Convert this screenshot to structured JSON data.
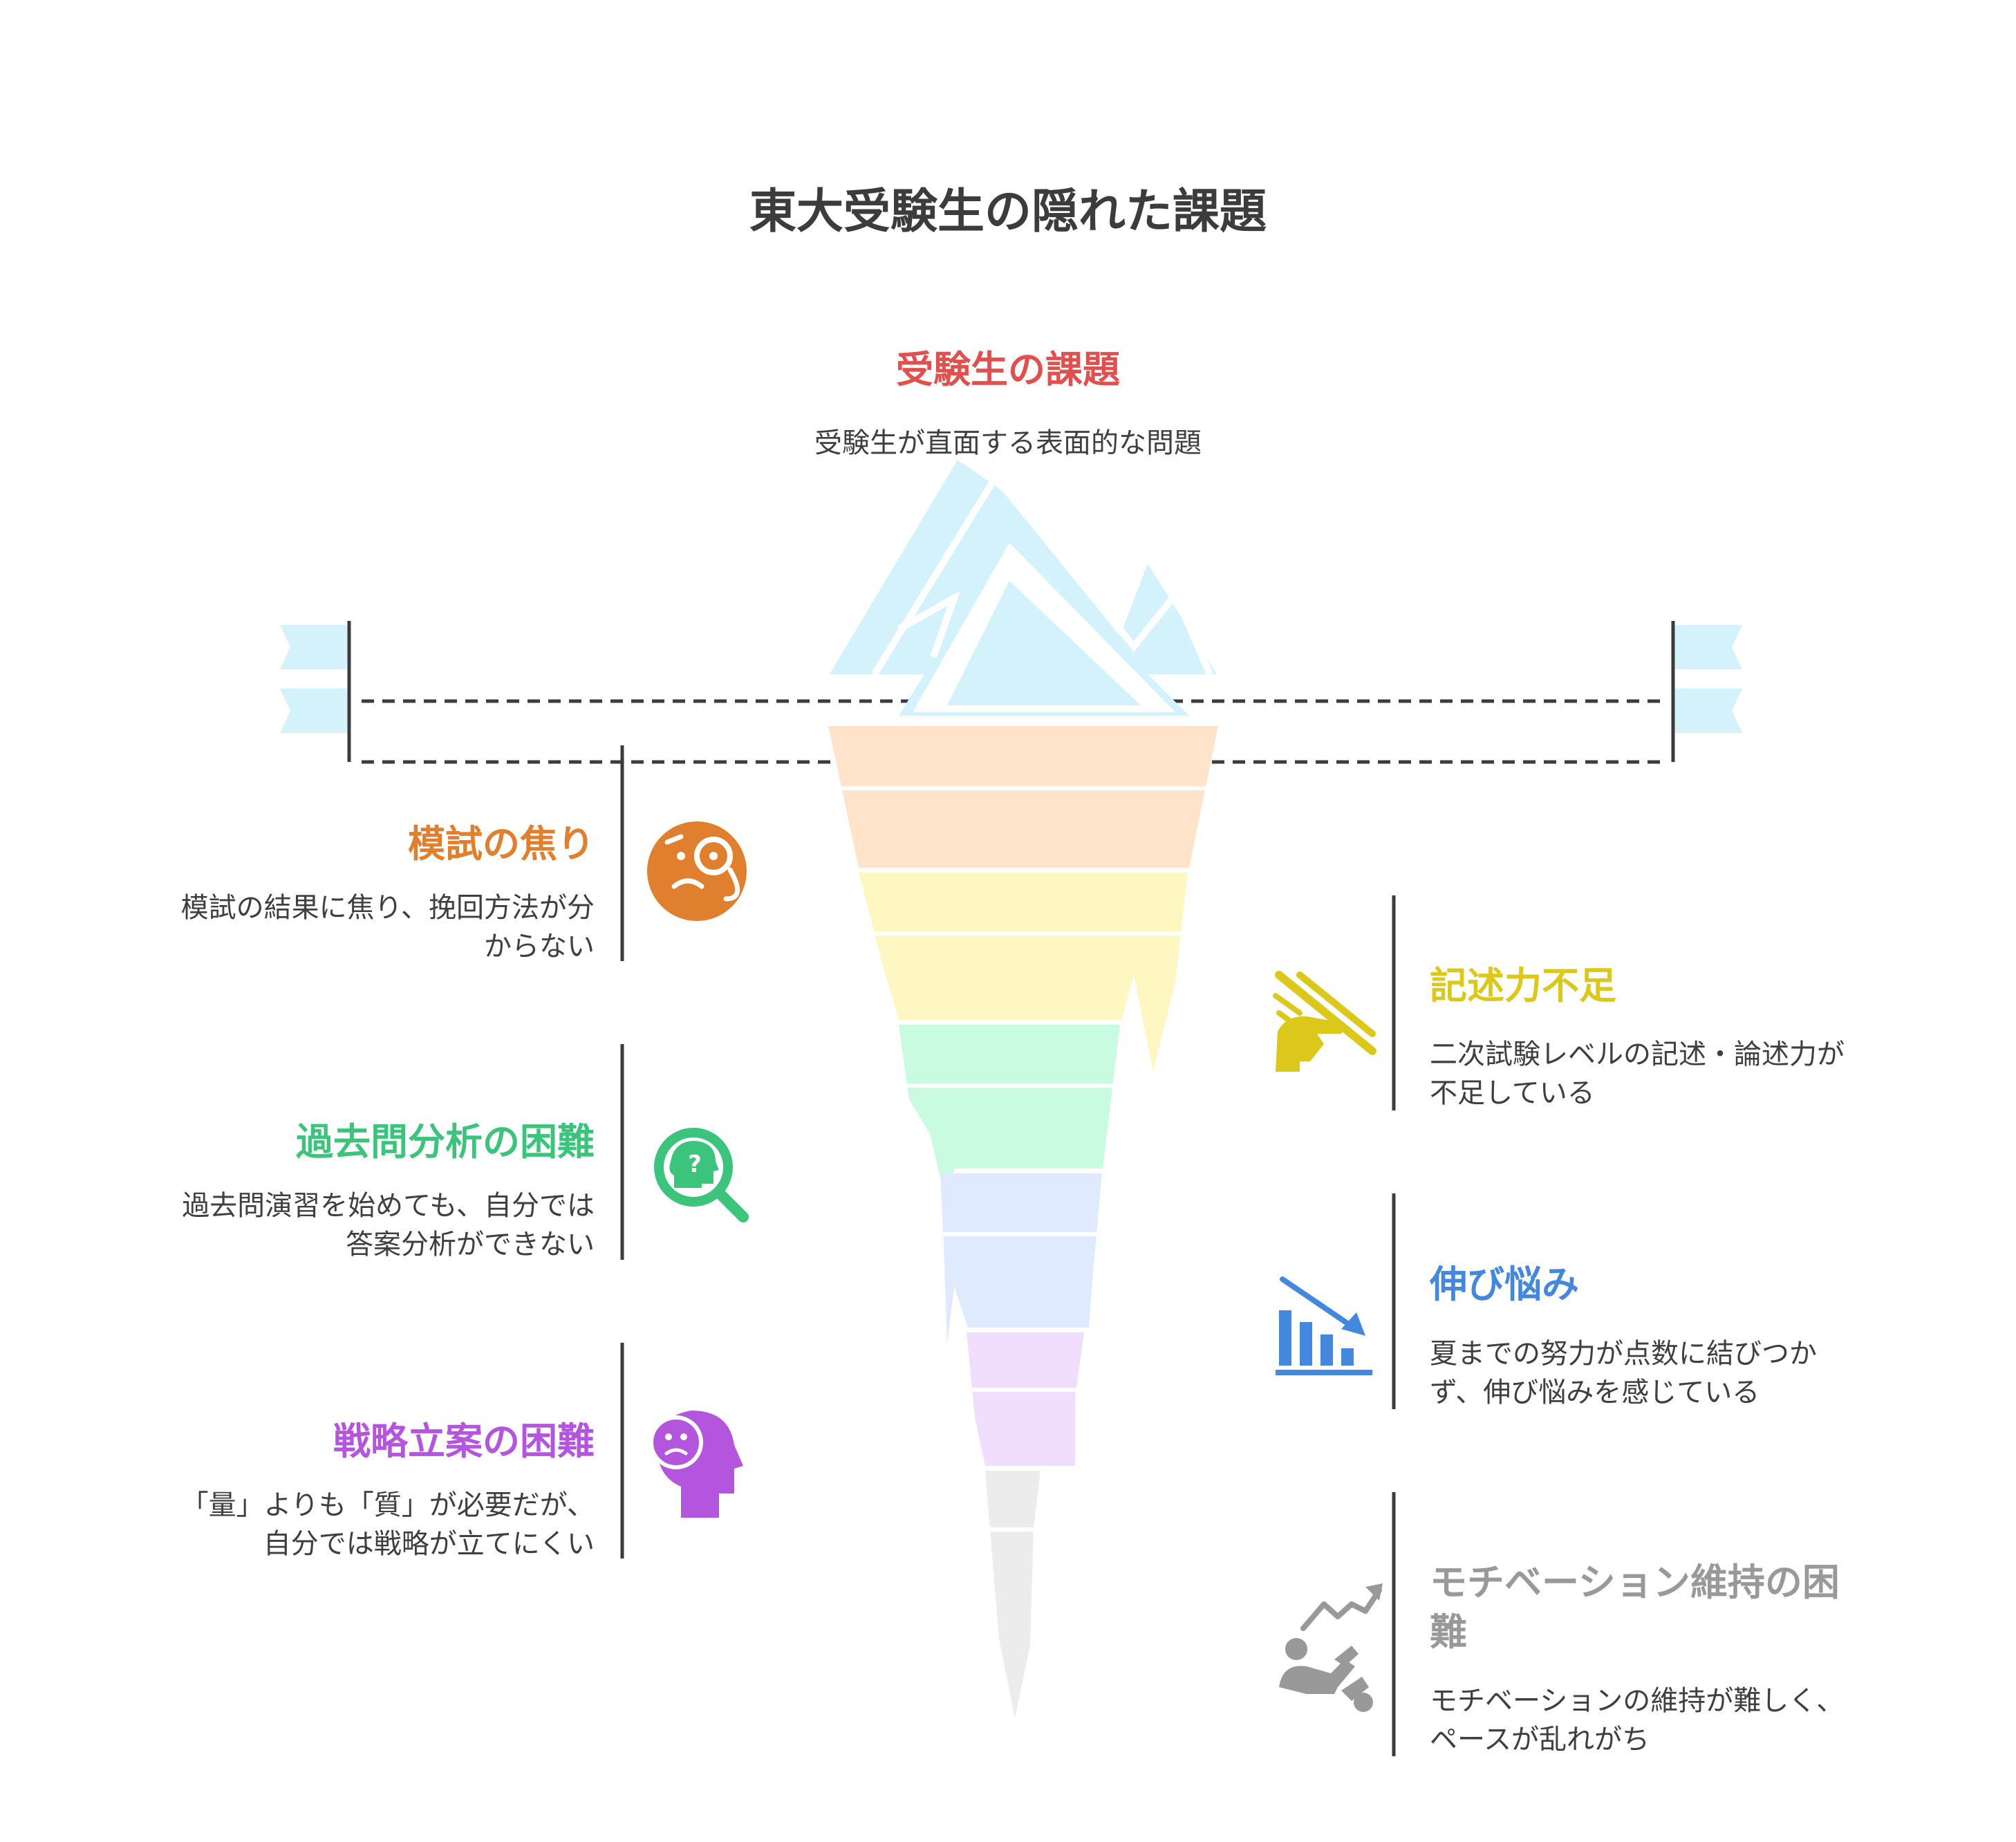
{
  "title": "東大受験生の隠れた課題",
  "surface": {
    "title": "受験生の課題",
    "description": "受験生が直面する表面的な問題",
    "color": "#e0504f"
  },
  "left": [
    {
      "title": "模試の焦り",
      "description": [
        "模試の結果に焦り、挽回方法が分",
        "からない"
      ],
      "color": "#e07f2e",
      "icon": "anxious-face-magnifier-icon"
    },
    {
      "title": "過去問分析の困難",
      "description": [
        "過去問演習を始めても、自分では",
        "答案分析ができない"
      ],
      "color": "#3cc47c",
      "icon": "head-question-magnifier-icon"
    },
    {
      "title": "戦略立案の困難",
      "description": [
        "「量」よりも「質」が必要だが、",
        "自分では戦略が立てにくい"
      ],
      "color": "#b455dd",
      "icon": "sad-head-icon"
    }
  ],
  "right": [
    {
      "title": "記述力不足",
      "description": [
        "二次試験レベルの記述・論述力が",
        "不足している"
      ],
      "color": "#dcc81a",
      "icon": "hand-pen-icon"
    },
    {
      "title": "伸び悩み",
      "description": [
        "夏までの努力が点数に結びつか",
        "ず、伸び悩みを感じている"
      ],
      "color": "#4488dd",
      "icon": "declining-bar-chart-icon"
    },
    {
      "title": [
        "モチベーション維持の困",
        "難"
      ],
      "description": [
        "モチベーションの維持が難しく、",
        "ペースが乱れがち"
      ],
      "color": "#999999",
      "icon": "rising-arrow-figure-icon"
    }
  ]
}
